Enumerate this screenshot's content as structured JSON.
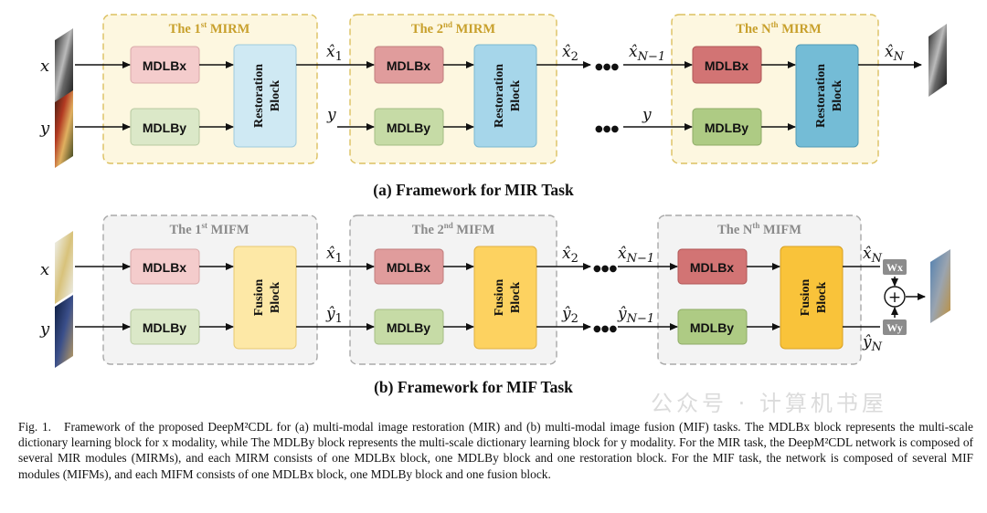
{
  "mir": {
    "modules": [
      {
        "title_pre": "The 1",
        "sup": "st",
        "title_post": " MIRM",
        "top": "MDLBx",
        "bottom": "MDLBy",
        "block": [
          "Restoration",
          "Block"
        ]
      },
      {
        "title_pre": "The 2",
        "sup": "nd",
        "title_post": " MIRM",
        "top": "MDLBx",
        "bottom": "MDLBy",
        "block": [
          "Restoration",
          "Block"
        ]
      },
      {
        "title_pre": "The N",
        "sup": "th",
        "title_post": " MIRM",
        "top": "MDLBx",
        "bottom": "MDLBy",
        "block": [
          "Restoration",
          "Block"
        ]
      }
    ],
    "inputs": {
      "x": "x",
      "y": "y"
    },
    "outputs": {
      "x1": "x̂",
      "x1_sub": "1",
      "x2": "x̂",
      "x2_sub": "2",
      "xn1": "x̂",
      "xn1_sub": "N−1",
      "y2": "y",
      "yn": "y",
      "xn": "x̂",
      "xn_sub": "N"
    },
    "caption": "(a)  Framework for MIR Task"
  },
  "mif": {
    "modules": [
      {
        "title_pre": "The 1",
        "sup": "st",
        "title_post": " MIFM",
        "top": "MDLBx",
        "bottom": "MDLBy",
        "block": [
          "Fusion",
          "Block"
        ]
      },
      {
        "title_pre": "The 2",
        "sup": "nd",
        "title_post": " MIFM",
        "top": "MDLBx",
        "bottom": "MDLBy",
        "block": [
          "Fusion",
          "Block"
        ]
      },
      {
        "title_pre": "The N",
        "sup": "th",
        "title_post": " MIFM",
        "top": "MDLBx",
        "bottom": "MDLBy",
        "block": [
          "Fusion",
          "Block"
        ]
      }
    ],
    "inputs": {
      "x": "x",
      "y": "y"
    },
    "outputs": {
      "x1": "x̂",
      "x1_sub": "1",
      "y1": "ŷ",
      "y1_sub": "1",
      "x2": "x̂",
      "x2_sub": "2",
      "y2": "ŷ",
      "y2_sub": "2",
      "xn1": "x̂",
      "xn1_sub": "N−1",
      "yn1": "ŷ",
      "yn1_sub": "N−1",
      "xn": "x̂",
      "xn_sub": "N",
      "yn": "ŷ",
      "yn_sub": "N"
    },
    "weights": {
      "wx": "Wx",
      "wy": "Wy",
      "plus": "+"
    },
    "caption": "(b)  Framework for MIF Task"
  },
  "dots": "●●●",
  "figure_caption": {
    "label": "Fig. 1.",
    "text": "Framework of the proposed DeepM²CDL for (a) multi-modal image restoration (MIR) and (b) multi-modal image fusion (MIF) tasks. The MDLBx block represents the multi-scale dictionary learning block for x modality, while The MDLBy block represents the multi-scale dictionary learning block for y modality. For the MIR task, the DeepM²CDL network is composed of several MIR modules (MIRMs), and each MIRM consists of one MDLBx block, one MDLBy block and one restoration block. For the MIF task, the network is composed of several MIF modules (MIFMs), and each MIFM consists of one MDLBx block, one MDLBy block and one fusion block."
  },
  "watermark": "公众号 · 计算机书屋",
  "colors": {
    "mirm_bg": "#fdf7e0",
    "mirm_border": "#dcc060",
    "mifm_bg": "#f3f3f3",
    "mifm_border": "#a9a9a9",
    "mdlbx": [
      "#f4cccc",
      "#e09c9c",
      "#d27474"
    ],
    "mdlby": [
      "#dbe8c8",
      "#c6dba6",
      "#aecb84"
    ],
    "restore": [
      "#cfe9f3",
      "#a6d6ea",
      "#74bcd6"
    ],
    "fusion": [
      "#fde8a6",
      "#fdd260",
      "#f9c33a"
    ]
  }
}
